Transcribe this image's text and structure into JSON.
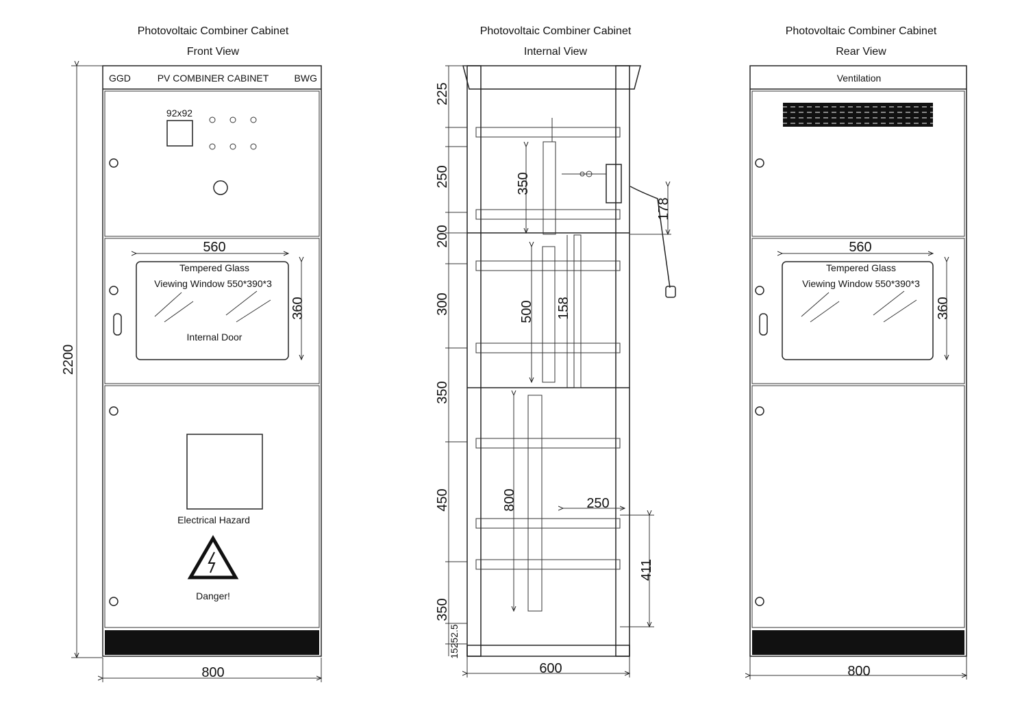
{
  "views": [
    {
      "title": "Photovoltaic Combiner Cabinet",
      "subtitle": "Front View",
      "header_left": "GGD",
      "header_center": "PV COMBINER CABINET",
      "header_right": "BWG",
      "meter_label": "92x92",
      "window_width_dim": "560",
      "window_height_dim": "360",
      "window_title": "Tempered Glass",
      "window_spec": "Viewing Window 550*390*3",
      "window_note": "Internal Door",
      "hazard_label": "Electrical Hazard",
      "danger_label": "Danger!",
      "height_dim": "2200",
      "width_dim": "800"
    },
    {
      "title": "Photovoltaic Combiner Cabinet",
      "subtitle": "Internal View",
      "left_dims": [
        "225",
        "250",
        "200",
        "300",
        "350",
        "450",
        "350",
        "52.5",
        "152"
      ],
      "inner_dims": [
        "350",
        "500",
        "158",
        "800",
        "250",
        "178",
        "411"
      ],
      "width_dim": "600"
    },
    {
      "title": "Photovoltaic Combiner Cabinet",
      "subtitle": "Rear View",
      "header_center": "Ventilation",
      "window_width_dim": "560",
      "window_height_dim": "360",
      "window_title": "Tempered Glass",
      "window_spec": "Viewing Window 550*390*3",
      "width_dim": "800"
    }
  ],
  "colors": {
    "line": "#222222",
    "fill_dark": "#111111",
    "background": "#ffffff"
  }
}
